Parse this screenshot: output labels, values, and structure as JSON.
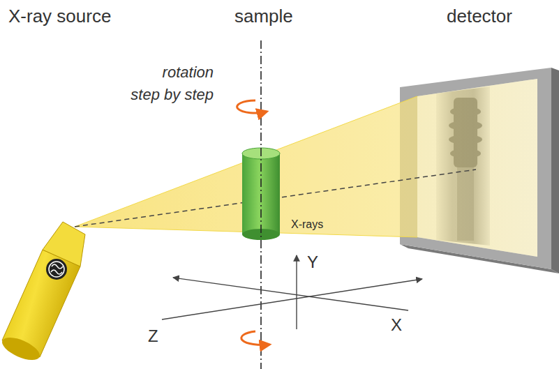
{
  "diagram": {
    "labels": [
      "X-ray source",
      "sample",
      "detector",
      "rotation step by step",
      "X-rays",
      "Y",
      "Z",
      "X"
    ]
  }
}
